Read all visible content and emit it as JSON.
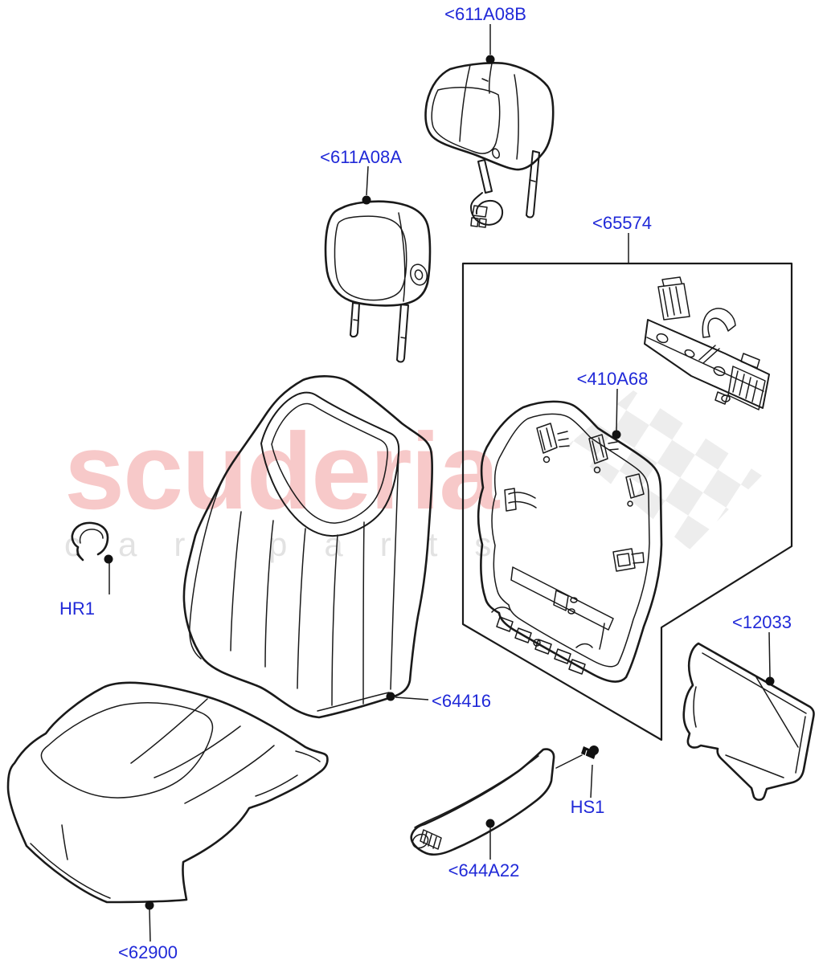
{
  "colors": {
    "label_blue": "#2029d8",
    "line_black": "#1a1a1a",
    "watermark_pink": "#f7c9c9",
    "watermark_grey": "#e2e2e2",
    "checker_grey": "#ededed",
    "background": "#ffffff"
  },
  "watermark": {
    "brand": "scuderia",
    "tagline": "car parts"
  },
  "parts": {
    "p611A08B": {
      "code": "<611A08B"
    },
    "p611A08A": {
      "code": "<611A08A"
    },
    "p65574": {
      "code": "<65574"
    },
    "p410A68": {
      "code": "<410A68"
    },
    "p64416": {
      "code": "<64416"
    },
    "pHR1": {
      "code": "HR1"
    },
    "p12033": {
      "code": "<12033"
    },
    "p644A22": {
      "code": "<644A22"
    },
    "pHS1": {
      "code": "HS1"
    },
    "p62900": {
      "code": "<62900"
    }
  }
}
